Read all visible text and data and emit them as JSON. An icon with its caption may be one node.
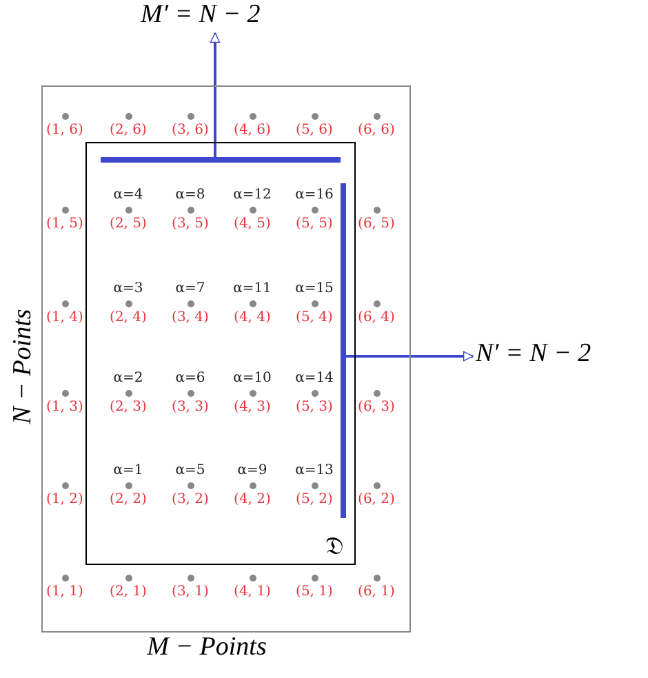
{
  "diagram": {
    "nodes": [
      {
        "text": [],
        "shape": "box"
      },
      {
        "text": [
          "𝔇"
        ],
        "in": 0
      },
      {
        "text": [],
        "shape": "bar",
        "in": 1
      },
      {
        "text": [],
        "shape": "bar",
        "in": 1
      },
      {
        "text": [
          "M′ = N − 2"
        ]
      },
      {
        "text": [
          "N′ = N − 2"
        ]
      }
    ],
    "edges": [
      {
        "from": 2,
        "to": 4,
        "arrow": "to"
      },
      {
        "from": 3,
        "to": 5,
        "arrow": "to"
      }
    ],
    "labels": [
      "(1, 6)",
      "(2, 6)",
      "(3, 6)",
      "(4, 6)",
      "(5, 6)",
      "(6, 6)",
      "α=4",
      "α=8",
      "α=12",
      "α=16",
      "(1, 5)",
      "(2, 5)",
      "(3, 5)",
      "(4, 5)",
      "(5, 5)",
      "(6, 5)",
      "α=3",
      "α=7",
      "α=11",
      "α=15",
      "(1, 4)",
      "(2, 4)",
      "(3, 4)",
      "(4, 4)",
      "(5, 4)",
      "(6, 4)",
      "α=2",
      "α=6",
      "α=10",
      "α=14",
      "(1, 3)",
      "(2, 3)",
      "(3, 3)",
      "(4, 3)",
      "(5, 3)",
      "(6, 3)",
      "α=1",
      "α=5",
      "α=9",
      "α=13",
      "(1, 2)",
      "(2, 2)",
      "(3, 2)",
      "(4, 2)",
      "(5, 2)",
      "(6, 2)",
      "(1, 1)",
      "(2, 1)",
      "(3, 1)",
      "(4, 1)",
      "(5, 1)",
      "(6, 1)",
      "N − Points",
      "M − Points"
    ]
  }
}
